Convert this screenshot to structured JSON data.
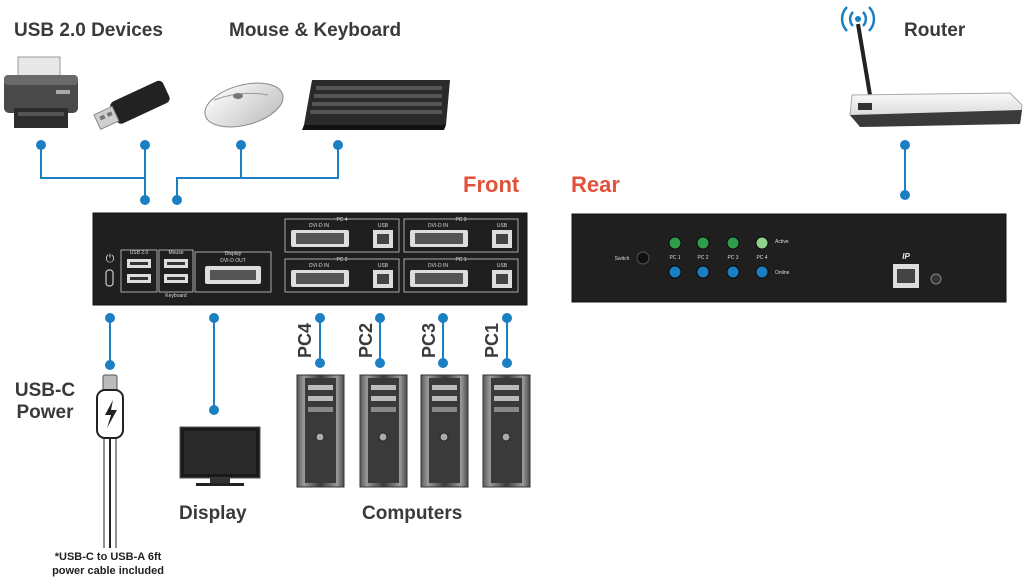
{
  "labels": {
    "usb_devices": "USB 2.0 Devices",
    "mouse_keyboard": "Mouse & Keyboard",
    "router": "Router",
    "front": "Front",
    "rear": "Rear",
    "usbc_power_line1": "USB-C",
    "usbc_power_line2": "Power",
    "display": "Display",
    "computers": "Computers",
    "cable_note": "*USB-C to USB-A 6ft power cable included"
  },
  "front_panel": {
    "usb20": "USB 2.0",
    "mouse": "Mouse",
    "keyboard": "Keyboard",
    "display": "Display",
    "dvi_out": "DVI-D OUT",
    "ports": [
      {
        "pc": "PC 4",
        "dvi": "DVI-D IN",
        "usb": "USB"
      },
      {
        "pc": "PC 3",
        "dvi": "DVI-D IN",
        "usb": "USB"
      },
      {
        "pc": "PC 2",
        "dvi": "DVI-D IN",
        "usb": "USB"
      },
      {
        "pc": "PC 1",
        "dvi": "DVI-D IN",
        "usb": "USB"
      }
    ]
  },
  "rear_panel": {
    "switch": "Switch",
    "pc_labels": [
      "PC 1",
      "PC 2",
      "PC 3",
      "PC 4"
    ],
    "active": "Active",
    "online": "Online",
    "ip": "IP"
  },
  "computer_labels": [
    "PC4",
    "PC2",
    "PC3",
    "PC1"
  ],
  "colors": {
    "line": "#1b7fc4",
    "red_label": "#e0533a",
    "led_green": "#2e9c4a",
    "led_blue": "#1b7fc4",
    "device_body": "#1f1f1f"
  }
}
